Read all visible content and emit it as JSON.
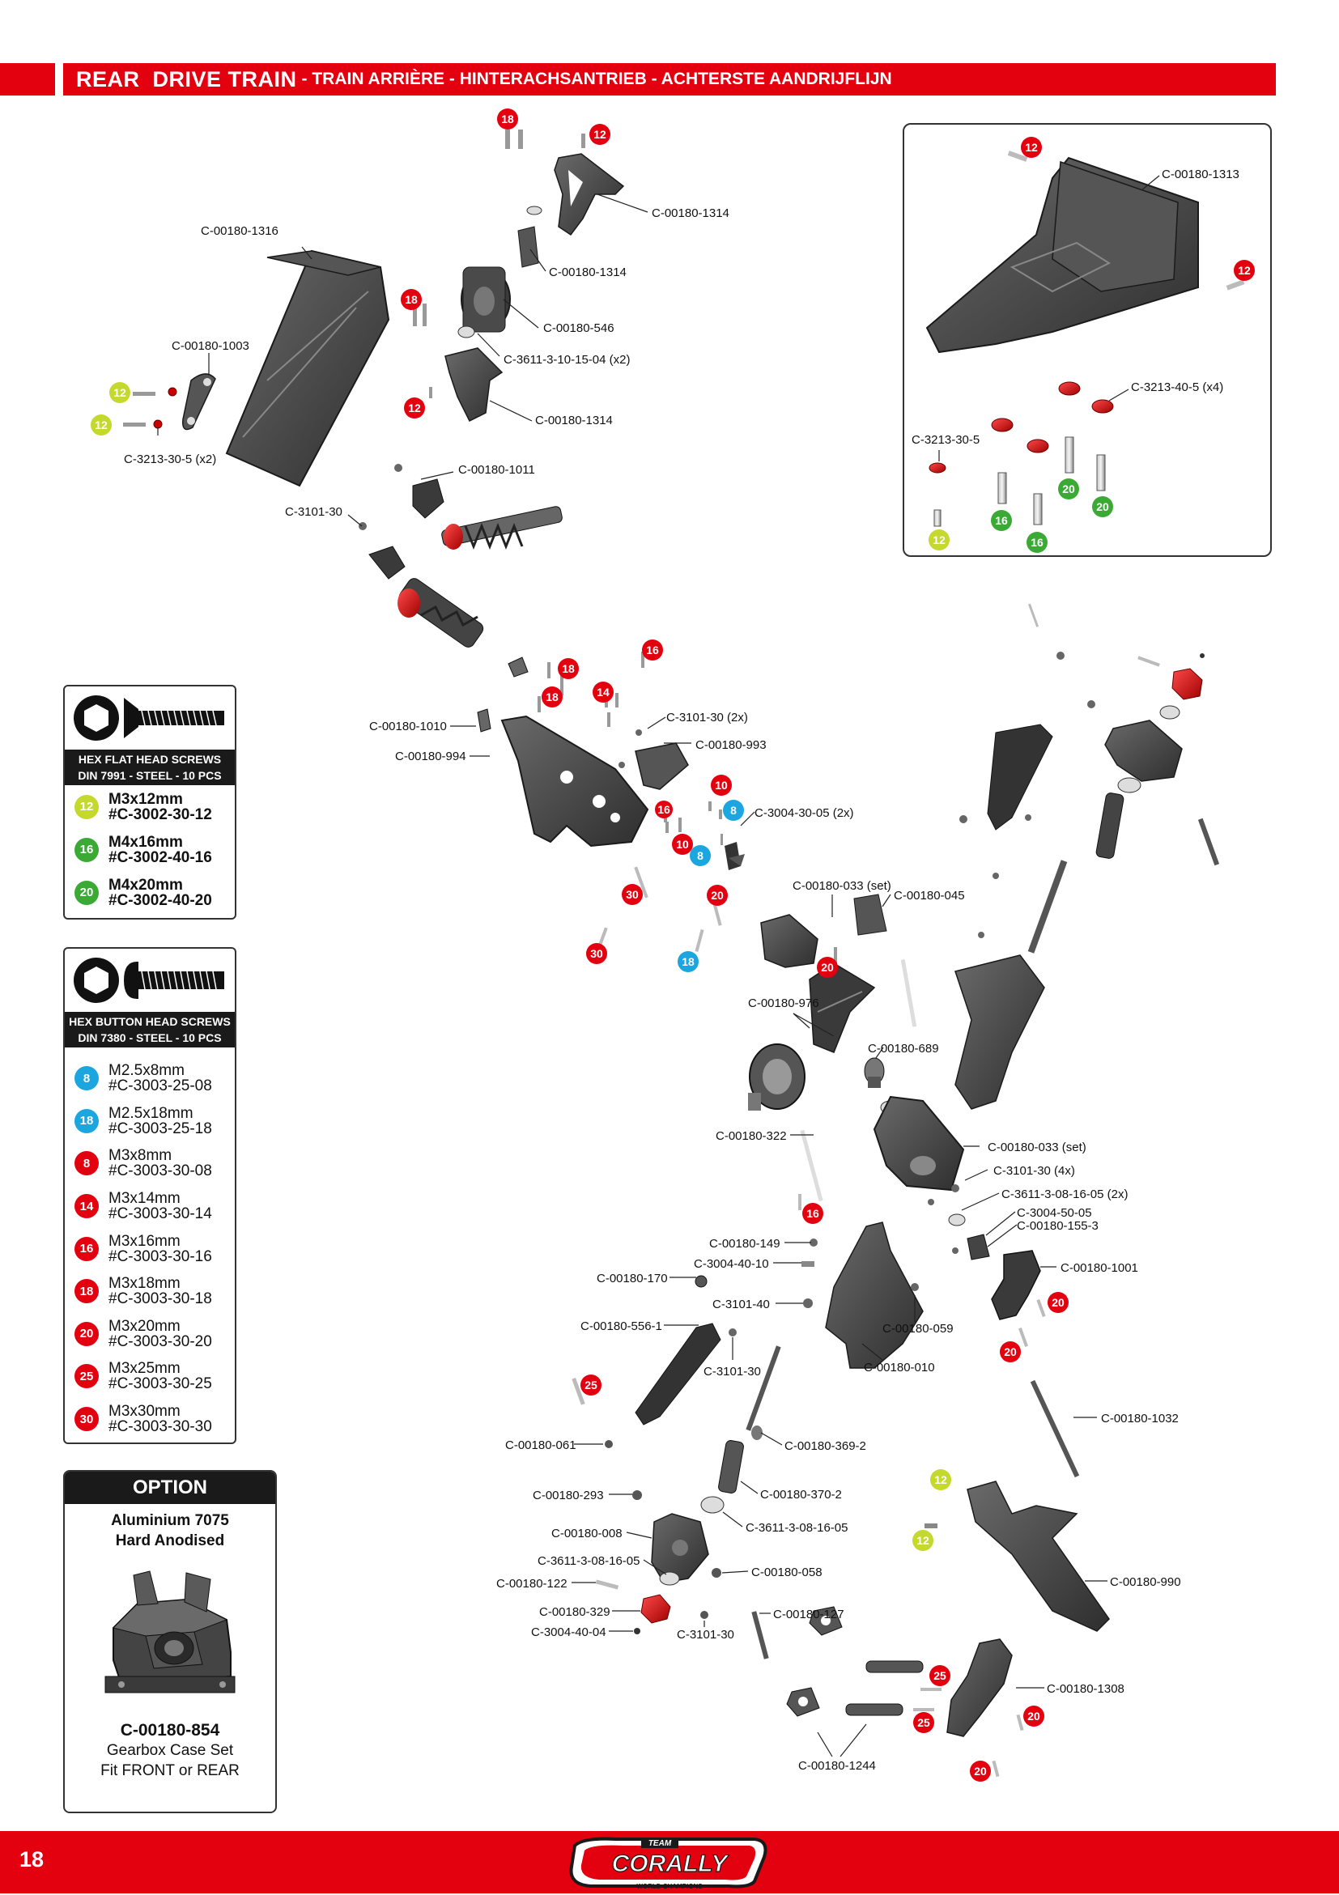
{
  "header": {
    "title_main": "REAR  DRIVE TRAIN",
    "title_sub": "- TRAIN ARRIÈRE - HINTERACHSANTRIEB - ACHTERSTE AANDRIJFLIJN"
  },
  "page_number": "18",
  "brand_logo": {
    "text": "CORALLY",
    "top_text": "TEAM",
    "bottom_text": "WORLD CHAMPIONS"
  },
  "colors": {
    "accent_red": "#e3000f",
    "lime": "#c4d82e",
    "green": "#3aaa35",
    "cyan": "#1ba6e0",
    "panel_dark": "#1a1a1a"
  },
  "flat_screws": {
    "title_line1": "HEX FLAT HEAD SCREWS",
    "title_line2": "DIN 7991 - STEEL - 10 PCS",
    "icon": "hex-flat-head-screw-icon",
    "items": [
      {
        "code": "12",
        "size": "M3x12mm",
        "part": "#C-3002-30-12",
        "color": "#c4d82e"
      },
      {
        "code": "16",
        "size": "M4x16mm",
        "part": "#C-3002-40-16",
        "color": "#3aaa35"
      },
      {
        "code": "20",
        "size": "M4x20mm",
        "part": "#C-3002-40-20",
        "color": "#3aaa35"
      }
    ]
  },
  "button_screws": {
    "title_line1": "HEX BUTTON HEAD SCREWS",
    "title_line2": "DIN 7380 - STEEL - 10 PCS",
    "icon": "hex-button-head-screw-icon",
    "items": [
      {
        "code": "8",
        "size": "M2.5x8mm",
        "part": "#C-3003-25-08",
        "color": "#1ba6e0"
      },
      {
        "code": "18",
        "size": "M2.5x18mm",
        "part": "#C-3003-25-18",
        "color": "#1ba6e0"
      },
      {
        "code": "8",
        "size": "M3x8mm",
        "part": "#C-3003-30-08",
        "color": "#e3000f"
      },
      {
        "code": "14",
        "size": "M3x14mm",
        "part": "#C-3003-30-14",
        "color": "#e3000f"
      },
      {
        "code": "16",
        "size": "M3x16mm",
        "part": "#C-3003-30-16",
        "color": "#e3000f"
      },
      {
        "code": "18",
        "size": "M3x18mm",
        "part": "#C-3003-30-18",
        "color": "#e3000f"
      },
      {
        "code": "20",
        "size": "M3x20mm",
        "part": "#C-3003-30-20",
        "color": "#e3000f"
      },
      {
        "code": "25",
        "size": "M3x25mm",
        "part": "#C-3003-30-25",
        "color": "#e3000f"
      },
      {
        "code": "30",
        "size": "M3x30mm",
        "part": "#C-3003-30-30",
        "color": "#e3000f"
      }
    ]
  },
  "option": {
    "heading": "OPTION",
    "material_line1": "Aluminium 7075",
    "material_line2": "Hard Anodised",
    "part_number": "C-00180-854",
    "desc_line1": "Gearbox Case Set",
    "desc_line2": "Fit FRONT or REAR"
  },
  "part_labels": {
    "wing_mount_top": "C-00180-1314",
    "wing_mount_post": "C-00180-1314",
    "wing_mount_bottom": "C-00180-1314",
    "wing": "C-00180-1316",
    "wing_washer_arm": "C-00180-1003",
    "wing_washer": "C-3213-30-5 (x2)",
    "roller": "C-00180-546",
    "roller_bearing": "C-3611-3-10-15-04 (x2)",
    "shock_cap": "C-00180-1011",
    "shock_nut": "C-3101-30",
    "shock_tower_nut": "C-00180-1010",
    "shock_tower": "C-00180-994",
    "shock_tower_brace": "C-00180-993",
    "tower_nuts": "C-3101-30 (2x)",
    "tower_screws": "C-3004-30-05 (2x)",
    "rear_bulk_top": "C-00180-033 (set)",
    "bulk_plate": "C-00180-045",
    "brace_976": "C-00180-976",
    "spur_689": "C-00180-689",
    "diff": "C-00180-322",
    "bulk_bottom": "C-00180-033 (set)",
    "nuts_4x": "C-3101-30 (4x)",
    "bearing_2x": "C-3611-3-08-16-05 (2x)",
    "hinge_pin_set": "C-3004-50-05",
    "insert_155": "C-00180-155-3",
    "bumper": "C-00180-1001",
    "spacer_149": "C-00180-149",
    "screw_40_10": "C-3004-40-10",
    "ball_170": "C-00180-170",
    "nut_40": "C-3101-40",
    "camber_link": "C-00180-556-1",
    "nut_arm": "C-3101-30",
    "arm_059": "C-00180-059",
    "arm_010": "C-00180-010",
    "pin_1032": "C-00180-1032",
    "driveshaft": "C-00180-369-2",
    "outdrive": "C-00180-370-2",
    "nut_061": "C-00180-061",
    "part_293": "C-00180-293",
    "bearing_single": "C-3611-3-08-16-05",
    "hub_008": "C-00180-008",
    "bearing_hub": "C-3611-3-08-16-05",
    "pin_122": "C-00180-122",
    "part_058": "C-00180-058",
    "wheel_nut": "C-00180-329",
    "screw_40_04": "C-3004-40-04",
    "nut_hub": "C-3101-30",
    "axle_127": "C-00180-127",
    "bracket_990": "C-00180-990",
    "hub_1308": "C-00180-1308",
    "insert_1244": "C-00180-1244",
    "chassis_plate": "C-00180-1313",
    "chassis_washers": "C-3213-40-5 (x4)",
    "chassis_washer_single": "C-3213-30-5"
  },
  "screw_badges": {
    "n8": "8",
    "n10": "10",
    "n12": "12",
    "n14": "14",
    "n16": "16",
    "n18": "18",
    "n20": "20",
    "n25": "25",
    "n30": "30"
  }
}
